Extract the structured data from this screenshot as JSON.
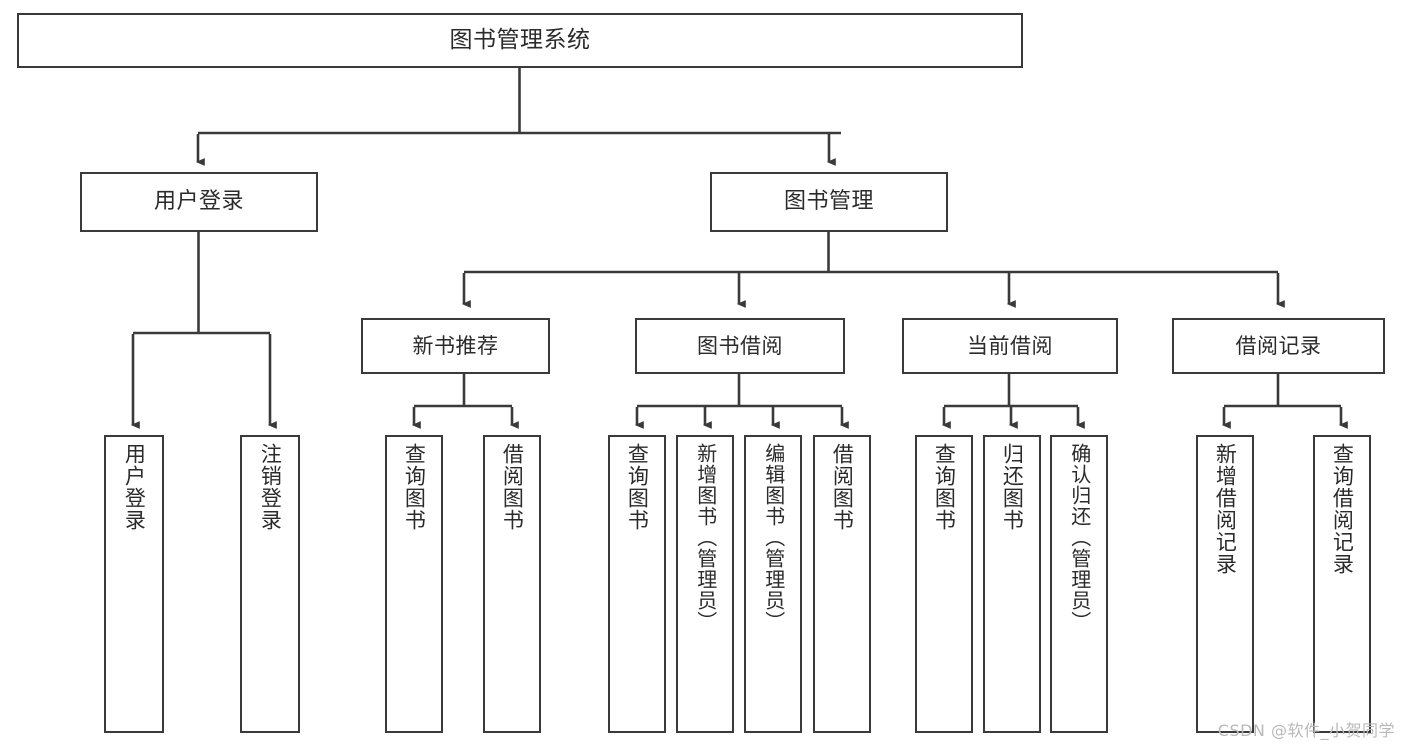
{
  "diagram": {
    "title": "图书管理系统",
    "type": "functional-structure-tree",
    "stroke_color": "#3a3a3a",
    "text_color": "#2b2b2b",
    "background_color": "#ffffff"
  },
  "nodes": {
    "root": {
      "label": "图书管理系统"
    },
    "level1": [
      {
        "label": "用户登录"
      },
      {
        "label": "图书管理"
      }
    ],
    "level2": [
      {
        "label": "新书推荐"
      },
      {
        "label": "图书借阅"
      },
      {
        "label": "当前借阅"
      },
      {
        "label": "借阅记录"
      }
    ],
    "leaves": {
      "user_login": [
        {
          "label": "用户登录"
        },
        {
          "label": "注销登录"
        }
      ],
      "new_book_recommend": [
        {
          "label": "查询图书"
        },
        {
          "label": "借阅图书"
        }
      ],
      "book_borrow": [
        {
          "label": "查询图书"
        },
        {
          "label": "新增图书（管理员）"
        },
        {
          "label": "编辑图书（管理员）"
        },
        {
          "label": "借阅图书"
        }
      ],
      "current_borrow": [
        {
          "label": "查询图书"
        },
        {
          "label": "归还图书"
        },
        {
          "label": "确认归还（管理员）"
        }
      ],
      "borrow_record": [
        {
          "label": "新增借阅记录"
        },
        {
          "label": "查询借阅记录"
        }
      ]
    }
  },
  "watermark": {
    "text": "CSDN @软件_小贺同学"
  }
}
